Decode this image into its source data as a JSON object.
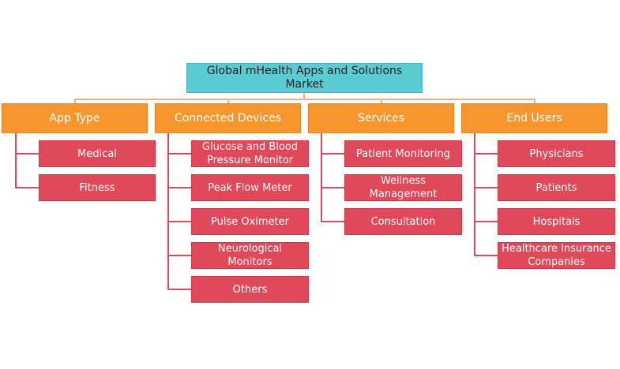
{
  "root": {
    "label": "Global mHealth Apps and Solutions Market"
  },
  "categories": [
    {
      "label": "App Type",
      "children": [
        "Medical",
        "Fitness"
      ]
    },
    {
      "label": "Connected Devices",
      "children": [
        "Glucose and Blood Pressure Monitor",
        "Peak Flow Meter",
        "Pulse Oximeter",
        "Neurological Monitors",
        "Others"
      ]
    },
    {
      "label": "Services",
      "children": [
        "Patient Monitoring",
        "Wellness Management",
        "Consultation"
      ]
    },
    {
      "label": "End Users",
      "children": [
        "Physicians",
        "Patients",
        "Hospitals",
        "Healthcare Insurance Companies"
      ]
    }
  ],
  "colors": {
    "root_fill": "#5bcbd3",
    "category_fill": "#f7962e",
    "leaf_fill": "#e0495a",
    "connector_top": "#f2b07a",
    "connector_leaf": "#d94a5a"
  }
}
